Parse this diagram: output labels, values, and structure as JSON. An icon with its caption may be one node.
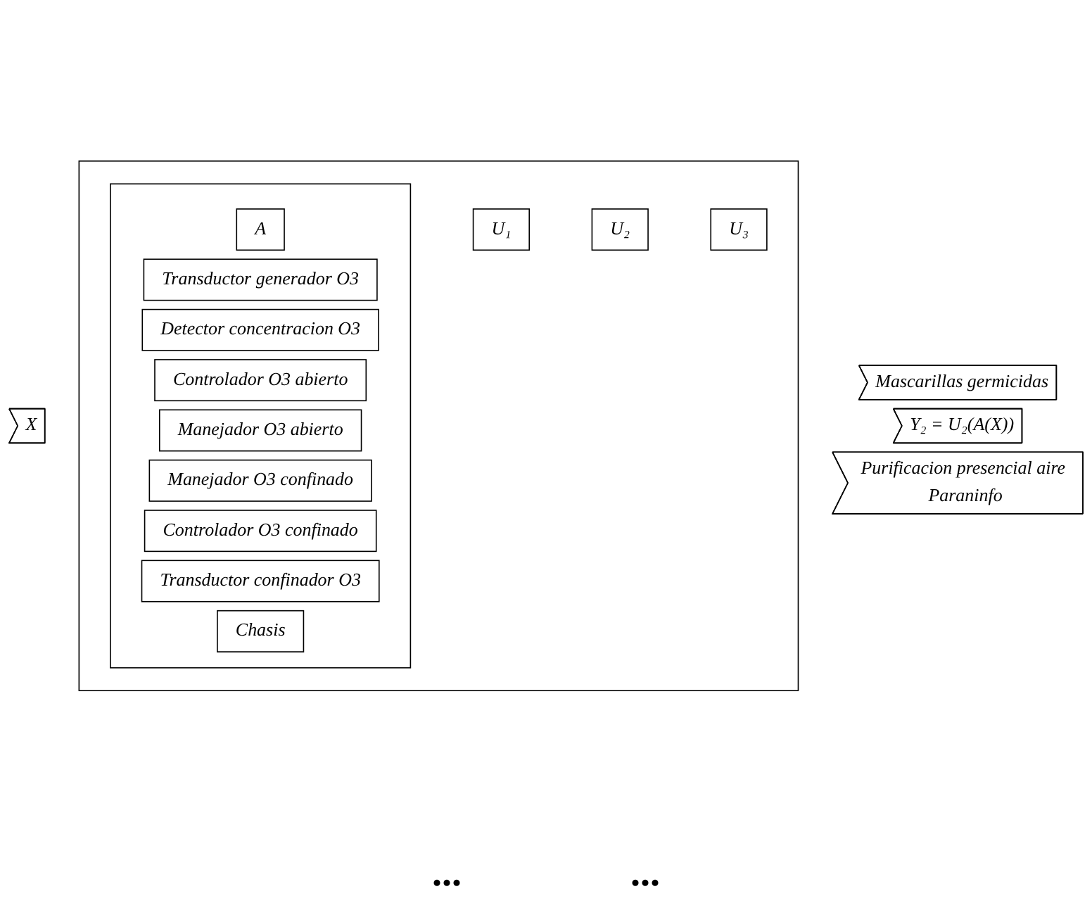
{
  "diagram": {
    "nodes": [
      {
        "text": [
          "X"
        ]
      },
      {
        "text": [],
        "shape": "box"
      },
      {
        "text": [],
        "shape": "box",
        "in": 1
      },
      {
        "text": [
          "A"
        ],
        "in": 2
      },
      {
        "text": [
          "Transductor generador O3"
        ],
        "in": 2
      },
      {
        "text": [
          "Detector concentracion O3"
        ],
        "in": 2
      },
      {
        "text": [
          "Controlador O3 abierto"
        ],
        "in": 2
      },
      {
        "text": [
          "Manejador O3 abierto"
        ],
        "in": 2
      },
      {
        "text": [
          "Manejador O3 confinado"
        ],
        "in": 2
      },
      {
        "text": [
          "Controlador O3 confinado"
        ],
        "in": 2
      },
      {
        "text": [
          "Transductor confinador O3"
        ],
        "in": 2
      },
      {
        "text": [
          "Chasis"
        ],
        "in": 2
      },
      {
        "text": [
          "U₁"
        ],
        "in": 1
      },
      {
        "text": [
          "U₂"
        ],
        "in": 1
      },
      {
        "text": [
          "U₃"
        ],
        "in": 1
      },
      {
        "text": [
          "Mascarillas germicidas"
        ]
      },
      {
        "text": [
          "Y₂ = U₂(A(X))"
        ]
      },
      {
        "text": [
          "Purificacion presencial aire Paraninfo"
        ]
      }
    ],
    "labels": [
      "...",
      "..."
    ]
  }
}
